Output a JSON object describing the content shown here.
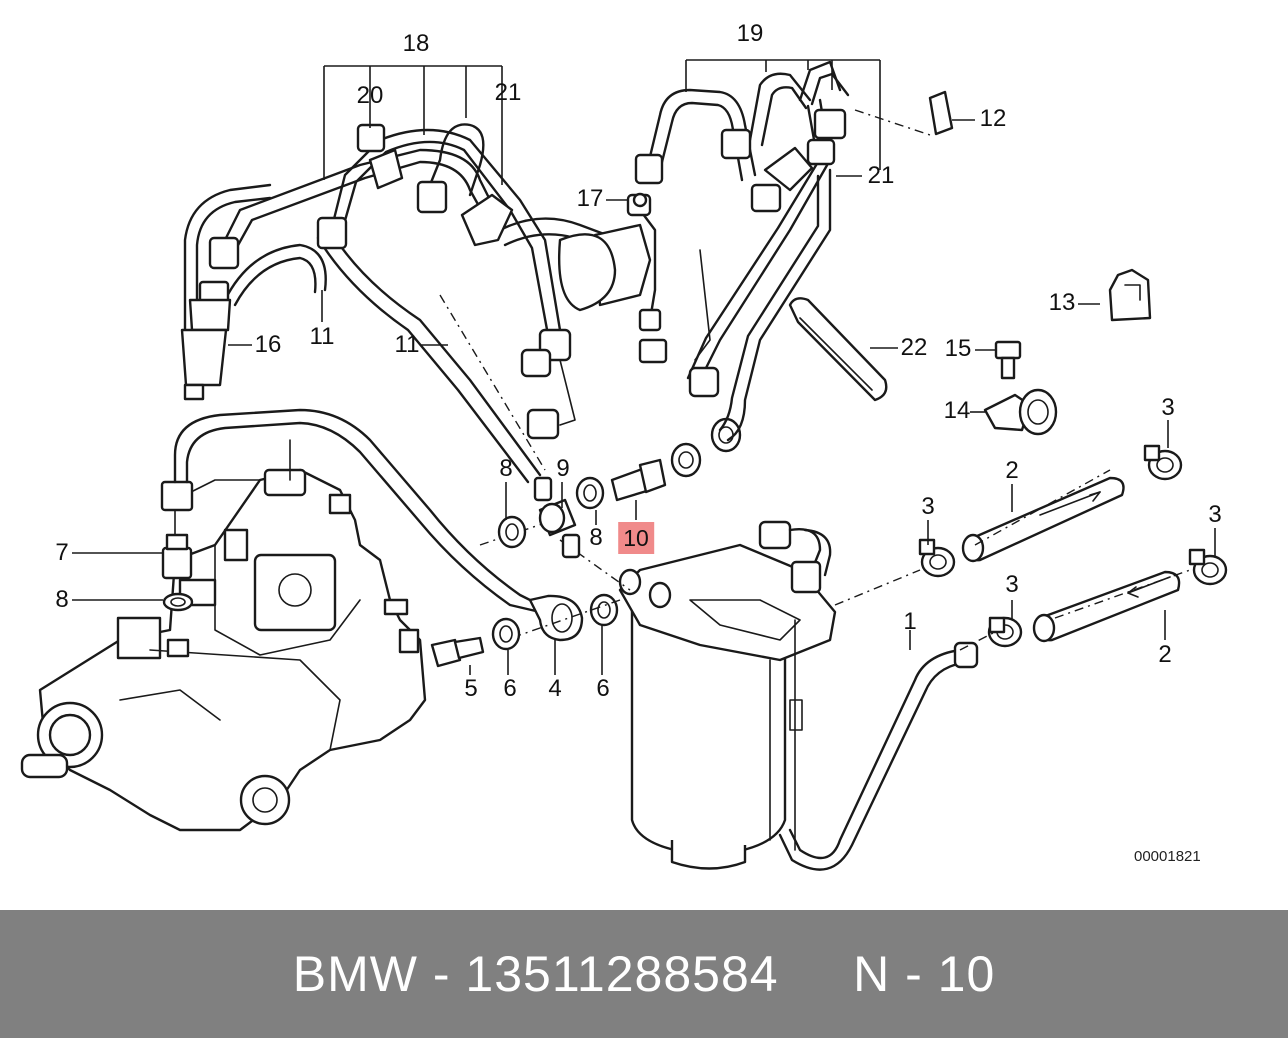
{
  "diagram": {
    "icon": "fuel-system-exploded-diagram",
    "highlight_color": "#f08a8a",
    "callouts": [
      {
        "id": "c18",
        "label": "18"
      },
      {
        "id": "c20",
        "label": "20"
      },
      {
        "id": "c21a",
        "label": "21"
      },
      {
        "id": "c19",
        "label": "19"
      },
      {
        "id": "c12",
        "label": "12"
      },
      {
        "id": "c21b",
        "label": "21"
      },
      {
        "id": "c17",
        "label": "17"
      },
      {
        "id": "c16",
        "label": "16"
      },
      {
        "id": "c11a",
        "label": "11"
      },
      {
        "id": "c11b",
        "label": "11"
      },
      {
        "id": "c13",
        "label": "13"
      },
      {
        "id": "c22",
        "label": "22"
      },
      {
        "id": "c15",
        "label": "15"
      },
      {
        "id": "c14",
        "label": "14"
      },
      {
        "id": "c3a",
        "label": "3"
      },
      {
        "id": "c8a",
        "label": "8"
      },
      {
        "id": "c9",
        "label": "9"
      },
      {
        "id": "c2a",
        "label": "2"
      },
      {
        "id": "c3b",
        "label": "3"
      },
      {
        "id": "c3c",
        "label": "3"
      },
      {
        "id": "c10",
        "label": "10",
        "highlighted": true
      },
      {
        "id": "c8b",
        "label": "8"
      },
      {
        "id": "c7",
        "label": "7"
      },
      {
        "id": "c8c",
        "label": "8"
      },
      {
        "id": "c3d",
        "label": "3"
      },
      {
        "id": "c1",
        "label": "1"
      },
      {
        "id": "c2b",
        "label": "2"
      },
      {
        "id": "c5",
        "label": "5"
      },
      {
        "id": "c6a",
        "label": "6"
      },
      {
        "id": "c4",
        "label": "4"
      },
      {
        "id": "c6b",
        "label": "6"
      }
    ],
    "diagram_number": "00001821"
  },
  "footer": {
    "background": "#808080",
    "brand": "BMW",
    "separator": "-",
    "part_number": "13511288584",
    "position_prefix": "N",
    "position_number": "10"
  }
}
